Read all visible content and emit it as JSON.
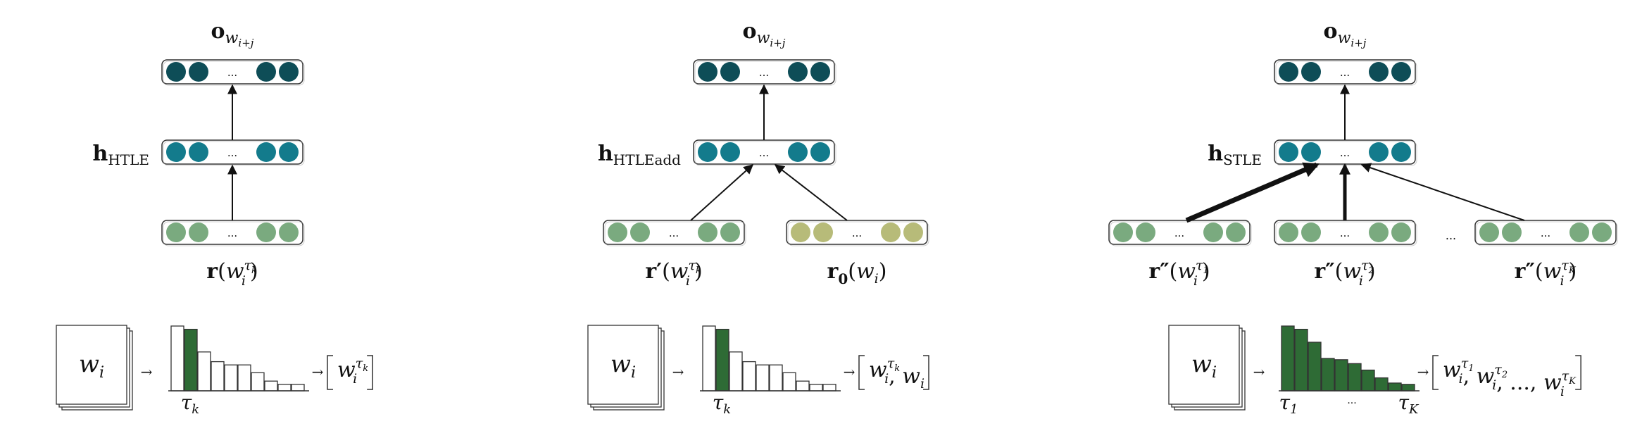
{
  "panels": [
    {
      "id": "htle",
      "output": {
        "symbol": "o",
        "subscript": "w",
        "sub2": "i+j"
      },
      "hidden": {
        "symbol": "h",
        "subscript": "HTLE"
      },
      "inputs": [
        {
          "prefix": "r",
          "prime": "",
          "arg": "w",
          "argsub": "i",
          "argsup": "τ",
          "argsupsub": "k",
          "color": "green"
        }
      ],
      "arrows": "single",
      "doc_label": {
        "base": "w",
        "sub": "i"
      },
      "histogram": {
        "values": [
          1.0,
          0.95,
          0.6,
          0.45,
          0.4,
          0.4,
          0.28,
          0.15,
          0.1,
          0.1
        ],
        "highlight": [
          1
        ],
        "tick_label": {
          "base": "τ",
          "sub": "k"
        }
      },
      "result": [
        {
          "base": "w",
          "sub": "i",
          "sup": "τ",
          "supsub": "k"
        }
      ]
    },
    {
      "id": "htle-add",
      "output": {
        "symbol": "o",
        "subscript": "w",
        "sub2": "i+j"
      },
      "hidden": {
        "symbol": "h",
        "subscript": "HTLEadd"
      },
      "inputs": [
        {
          "prefix": "r",
          "prime": "′",
          "arg": "w",
          "argsub": "i",
          "argsup": "τ",
          "argsupsub": "k",
          "color": "green"
        },
        {
          "prefix": "r",
          "prime": "",
          "sub0": "0",
          "arg": "w",
          "argsub": "i",
          "color": "olive"
        }
      ],
      "arrows": "merge",
      "doc_label": {
        "base": "w",
        "sub": "i"
      },
      "histogram": {
        "values": [
          1.0,
          0.95,
          0.6,
          0.45,
          0.4,
          0.4,
          0.28,
          0.15,
          0.1,
          0.1
        ],
        "highlight": [
          1
        ],
        "tick_label": {
          "base": "τ",
          "sub": "k"
        }
      },
      "result": [
        {
          "base": "w",
          "sub": "i",
          "sup": "τ",
          "supsub": "k"
        },
        {
          "base": "w",
          "sub": "i"
        }
      ]
    },
    {
      "id": "stle",
      "output": {
        "symbol": "o",
        "subscript": "w",
        "sub2": "i+j"
      },
      "hidden": {
        "symbol": "h",
        "subscript": "STLE"
      },
      "inputs": [
        {
          "prefix": "r",
          "prime": "″",
          "arg": "w",
          "argsub": "i",
          "argsup": "τ",
          "argsupsub": "1",
          "color": "green"
        },
        {
          "prefix": "r",
          "prime": "″",
          "arg": "w",
          "argsub": "i",
          "argsup": "τ",
          "argsupsub": "2",
          "color": "green"
        },
        {
          "prefix": "r",
          "prime": "″",
          "arg": "w",
          "argsub": "i",
          "argsup": "τ",
          "argsupsub": "K",
          "color": "green"
        }
      ],
      "arrows": "weighted",
      "doc_label": {
        "base": "w",
        "sub": "i"
      },
      "histogram": {
        "values": [
          1.0,
          0.95,
          0.75,
          0.5,
          0.48,
          0.42,
          0.32,
          0.2,
          0.12,
          0.1
        ],
        "highlight": [
          0,
          1,
          2,
          3,
          4,
          5,
          6,
          7,
          8,
          9
        ],
        "tick_label": {
          "base": "τ",
          "sub": "1"
        },
        "tick_label_end": {
          "base": "τ",
          "sub": "K"
        },
        "tick_mid": "..."
      },
      "result": [
        {
          "base": "w",
          "sub": "i",
          "sup": "τ",
          "supsub": "1"
        },
        {
          "base": "w",
          "sub": "i",
          "sup": "τ",
          "supsub": "2"
        },
        {
          "text": "..."
        },
        {
          "base": "w",
          "sub": "i",
          "sup": "τ",
          "supsub": "K"
        }
      ]
    }
  ],
  "ellipsis": "...",
  "arrow_glyph": "→",
  "colors": {
    "output": "#0e4d57",
    "hidden": "#137b8c",
    "input_green": "#7aaa7f",
    "input_olive": "#b7bb79",
    "hist_fill": "#2e6b35",
    "stroke": "#222222"
  }
}
